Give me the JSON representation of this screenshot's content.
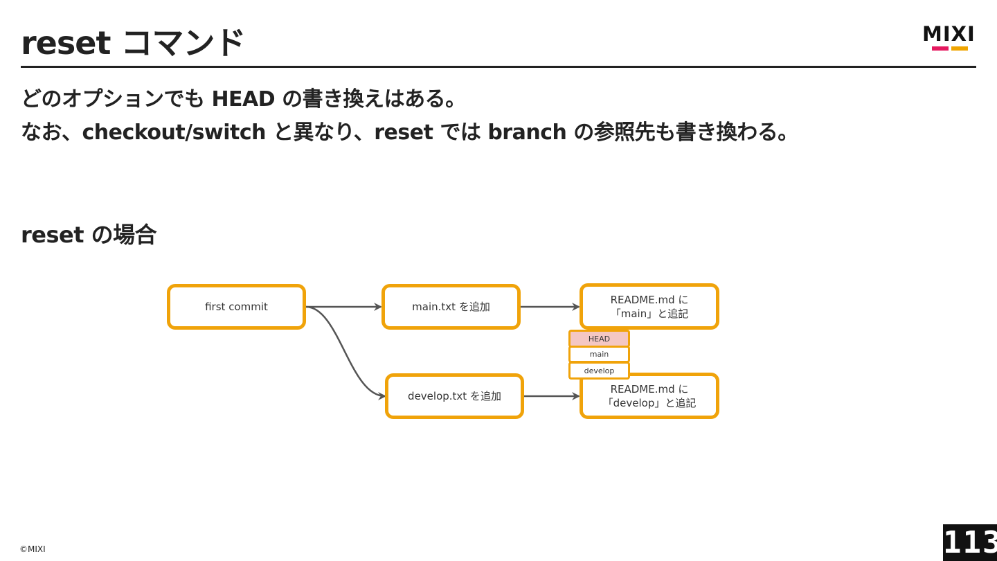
{
  "header": {
    "title": "reset コマンド",
    "logo_text": "MIXI"
  },
  "body": {
    "line1": "どのオプションでも HEAD の書き換えはある。",
    "line2": "なお、checkout/switch と異なり、reset では branch の参照先も書き換わる。",
    "subheading": "reset の場合"
  },
  "diagram": {
    "nodes": {
      "first_commit": "first commit",
      "main_add": "main.txt を追加",
      "readme_main_1": "README.md に",
      "readme_main_2": "「main」と追記",
      "develop_add": "develop.txt を追加",
      "readme_develop_1": "README.md に",
      "readme_develop_2": "「develop」と追記"
    },
    "refs": {
      "head": "HEAD",
      "main": "main",
      "develop": "develop"
    }
  },
  "footer": {
    "copyright": "©MIXI",
    "page_number": "113"
  },
  "colors": {
    "node_border": "#f0a30a",
    "head_fill": "#f4c7c3",
    "logo_pink": "#e5195f",
    "logo_orange": "#f0a500"
  }
}
